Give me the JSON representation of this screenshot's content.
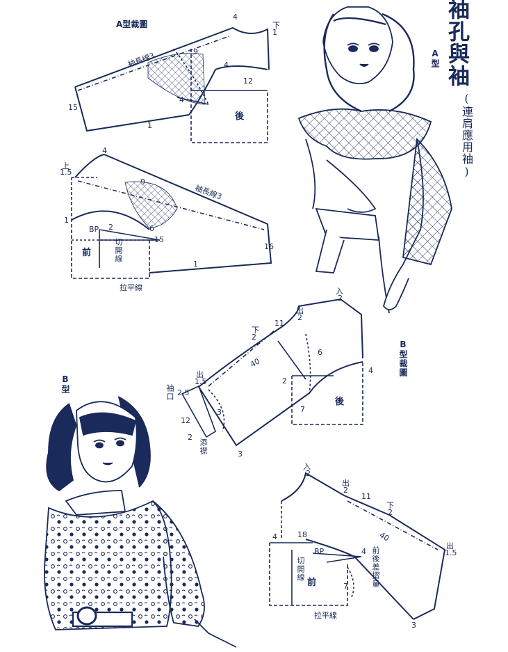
{
  "title": {
    "main": "袖孔與袖",
    "sub": "(連肩應用袖)"
  },
  "type_a": {
    "label": "A型"
  },
  "type_b": {
    "label": "B型"
  },
  "draft_a": {
    "title": "A型裁圖",
    "back": {
      "panel": "後",
      "sleeve_length": "袖長線3",
      "n_top": "4",
      "n_sign": "下",
      "n_1a": "1",
      "n_9": "9",
      "n_4a": "4",
      "n_12": "12",
      "n_4b": "4",
      "n_15": "15",
      "n_1b": "1"
    },
    "front": {
      "panel": "前",
      "sleeve_length": "袖長線3",
      "n_sign": "上",
      "n_15a": "1.5",
      "n_4": "4",
      "n_9": "9",
      "n_1a": "1",
      "bp": "BP",
      "n_2": "2",
      "n_6": "6",
      "n_15b": "15",
      "n_16": "16",
      "n_1b": "1",
      "slash": "切開線",
      "spread": "拉平線"
    }
  },
  "draft_b": {
    "title": "B型裁圖",
    "back": {
      "panel": "後",
      "ru": "入",
      "n_2a": "2",
      "chu": "出",
      "n_2b": "2",
      "n_11": "11",
      "xia": "下",
      "n_2c": "2",
      "n_40": "40",
      "n_6": "6",
      "n_4": "4",
      "n_2d": "2",
      "n_7": "7",
      "n_chu15": "出",
      "n_15": "1.5",
      "n_3a": "3",
      "n_3b": "3",
      "cuff": "袖口",
      "n_25": "2.5",
      "n_12": "12",
      "n_2e": "2",
      "tab": "添襟"
    },
    "front": {
      "panel": "前",
      "ru": "入",
      "n_2a": "2",
      "chu": "出",
      "n_2b": "2",
      "n_11": "11",
      "xia": "下",
      "n_2c": "2",
      "n_4a": "4",
      "n_18": "18",
      "bp": "BP",
      "n_4b": "4",
      "n_40": "40",
      "dart": "前後差摺量",
      "n_7": "7",
      "slash": "切開線",
      "spread": "拉平線",
      "chu2": "出",
      "n_15": "1.5",
      "n_3": "3"
    }
  }
}
